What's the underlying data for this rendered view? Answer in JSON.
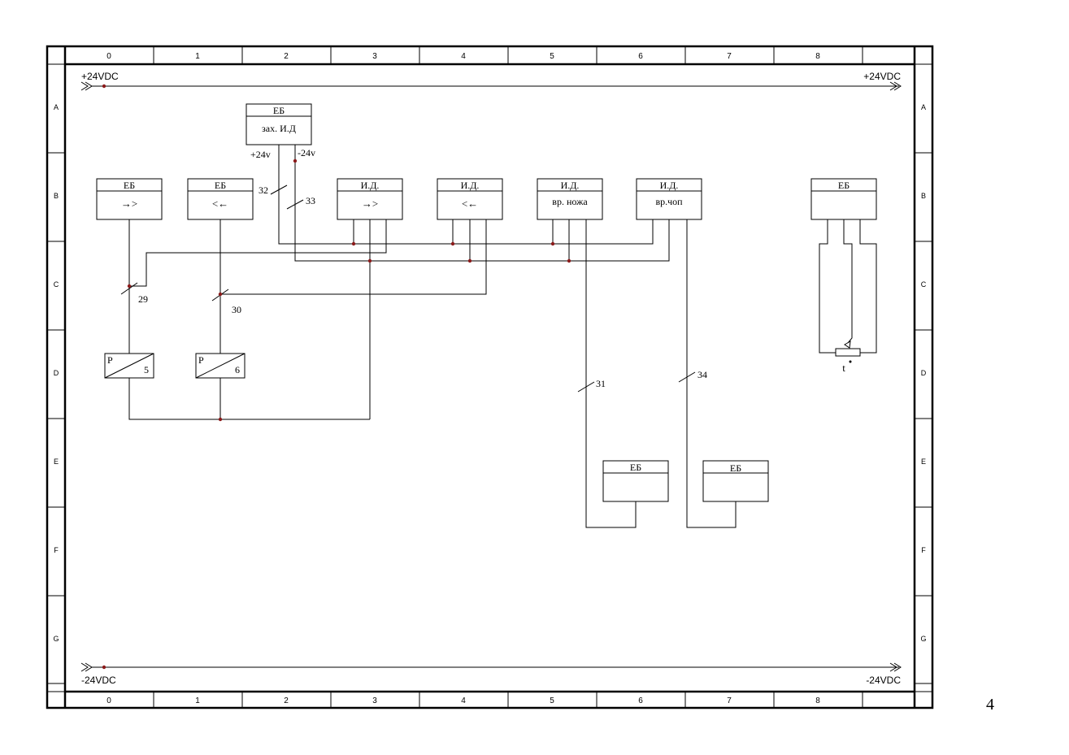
{
  "page_number": "4",
  "ruler": {
    "columns": [
      "0",
      "1",
      "2",
      "3",
      "4",
      "5",
      "6",
      "7",
      "8"
    ],
    "rows": [
      "A",
      "B",
      "C",
      "D",
      "E",
      "F",
      "G"
    ]
  },
  "rails": {
    "top_left": "+24VDC",
    "top_right": "+24VDC",
    "bottom_left": "-24VDC",
    "bottom_right": "-24VDC"
  },
  "boxes": {
    "eb_main": {
      "head": "ЕБ",
      "body": "зах. И.Д"
    },
    "eb_fwd": {
      "head": "ЕБ",
      "body": "→>"
    },
    "eb_back": {
      "head": "ЕБ",
      "body": "<←"
    },
    "id_fwd": {
      "head": "И.Д.",
      "body": "→>"
    },
    "id_back": {
      "head": "И.Д.",
      "body": "<←"
    },
    "id_knife": {
      "head": "И.Д.",
      "body": "вр. ножа"
    },
    "id_chop": {
      "head": "И.Д.",
      "body": "вр.чоп"
    },
    "eb_sensor": {
      "head": "ЕБ",
      "body": ""
    },
    "eb_33": {
      "head": "ЕБ",
      "body": ""
    },
    "eb_34": {
      "head": "ЕБ",
      "body": ""
    },
    "relay_5": {
      "letter": "P",
      "number": "5"
    },
    "relay_6": {
      "letter": "P",
      "number": "6"
    }
  },
  "supply_labels": {
    "plus": "+24v",
    "minus": "-24v"
  },
  "wires": [
    "29",
    "30",
    "31",
    "32",
    "33",
    "34"
  ],
  "sensor_label": "t"
}
